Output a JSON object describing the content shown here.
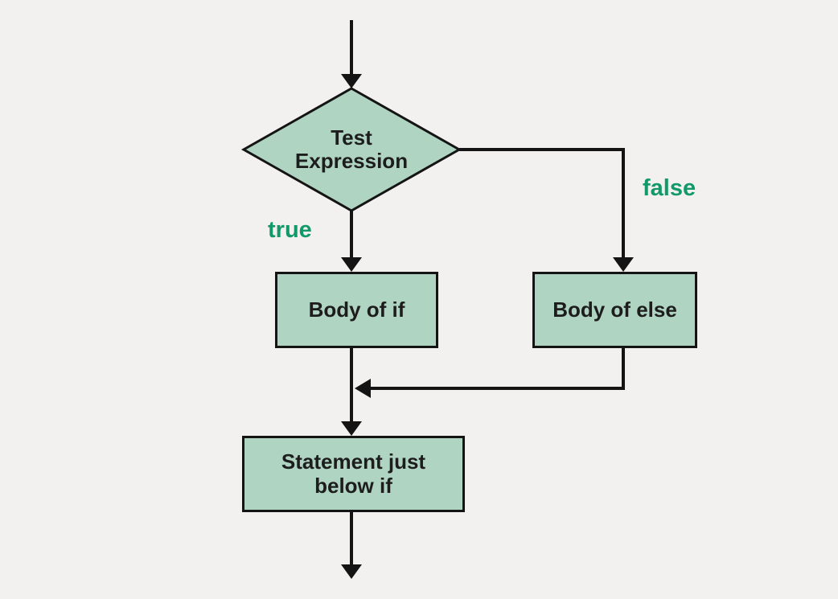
{
  "nodes": {
    "decision": {
      "line1": "Test",
      "line2": "Expression"
    },
    "body_if": {
      "label": "Body of if"
    },
    "body_else": {
      "label": "Body of else"
    },
    "statement": {
      "line1": "Statement just",
      "line2": "below if"
    }
  },
  "branch_labels": {
    "true": {
      "label": "true"
    },
    "false": {
      "label": "false"
    }
  },
  "colors": {
    "background": "#f2f1ef",
    "node_fill": "#b0d4c2",
    "stroke": "#141414",
    "node_text": "#1d1d1d",
    "branch_label": "#12996a"
  }
}
